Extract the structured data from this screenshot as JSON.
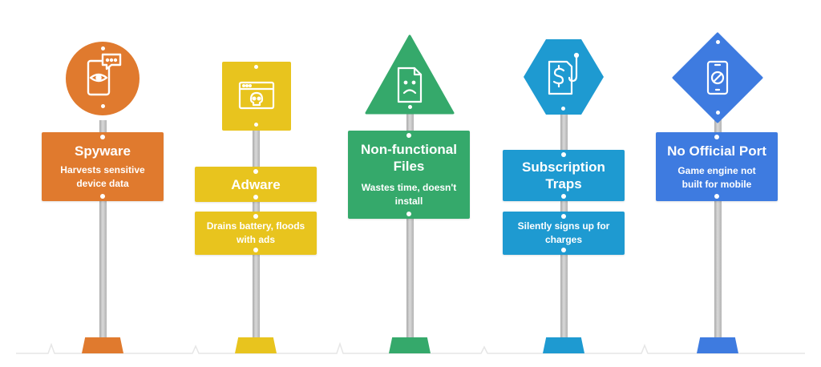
{
  "signs": [
    {
      "title": "Spyware",
      "description": "Harvests sensitive device data",
      "color": "#E07A2E",
      "icon": "phone-eye-icon"
    },
    {
      "title": "Adware",
      "description": "Drains battery, floods with ads",
      "color": "#E8C41E",
      "icon": "browser-window-skull-icon"
    },
    {
      "title": "Non-functional Files",
      "description": "Wastes time, doesn't install",
      "color": "#35A96B",
      "icon": "sad-file-icon"
    },
    {
      "title": "Subscription Traps",
      "description": "Silently signs up for charges",
      "color": "#1E9AD1",
      "icon": "dollar-hook-icon"
    },
    {
      "title": "No Official Port",
      "description": "Game engine not built for mobile",
      "color": "#3E7BE0",
      "icon": "phone-blocked-icon"
    }
  ]
}
